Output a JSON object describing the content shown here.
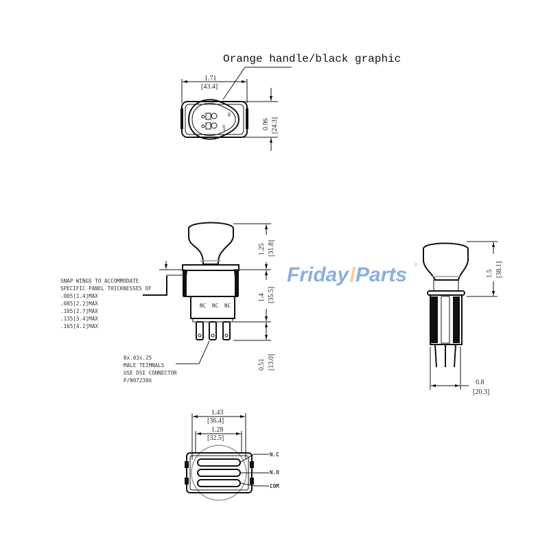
{
  "title": "Orange handle/black graphic",
  "top_view": {
    "width_in": "1.71",
    "width_mm": "[43.4]",
    "height_in": "0.96",
    "height_mm": "[24.3]",
    "graphic_labels": [
      "ON",
      "OFF"
    ]
  },
  "front_view": {
    "handle_in": "1.25",
    "handle_mm": "[31.8]",
    "body_in": "1.4",
    "body_mm": "[35.5]",
    "terminal_in": "0.51",
    "terminal_mm": "[13.0]",
    "terminal_labels": [
      "NC",
      "NC",
      "NC"
    ],
    "snap_note": [
      "SNAP WINGS TO ACCOMMODATE",
      "SPECIFIC PANEL THICKNESSES OF",
      ".005[1.4]MAX",
      ".085[2.2]MAX",
      ".105[2.7]MAX",
      ".135[3.4]MAX",
      ".165[4.2]MAX"
    ],
    "terminal_note": [
      "8x.03x.25",
      "MALE TEIMNALS",
      "USE DSI CONNECTOR",
      "P/N972306"
    ]
  },
  "side_view": {
    "height_in": "1.5",
    "height_mm": "[38.1]",
    "width_in": "0.8",
    "width_mm": "[20.3]"
  },
  "bottom_view": {
    "outer_in": "1.43",
    "outer_mm": "[36.4]",
    "inner_in": "1.28",
    "inner_mm": "[32.5]",
    "labels": [
      "N.C",
      "N.O",
      "COM"
    ]
  },
  "watermark": {
    "text_a": "Friday",
    "text_b": "Parts",
    "mark": "®",
    "color_a": "#2a6fc0",
    "color_b": "#f0a040"
  }
}
